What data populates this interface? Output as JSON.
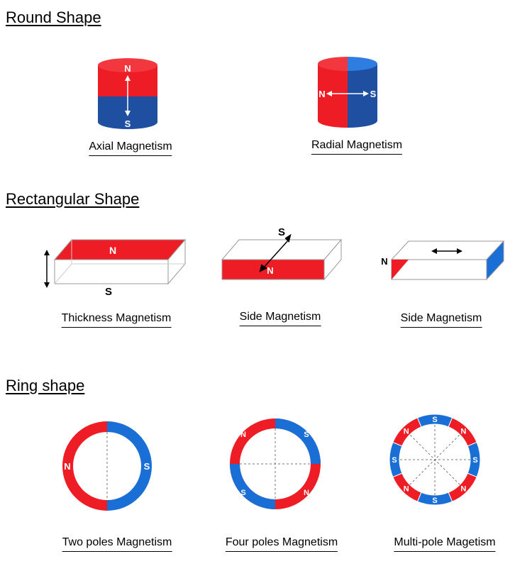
{
  "sections": {
    "round": {
      "title": "Round Shape",
      "items": [
        {
          "caption": "Axial Magnetism",
          "north": "N",
          "south": "S"
        },
        {
          "caption": "Radial Magnetism",
          "north": "N",
          "south": "S"
        }
      ]
    },
    "rectangular": {
      "title": "Rectangular Shape",
      "items": [
        {
          "caption": "Thickness Magnetism",
          "north": "N",
          "south": "S"
        },
        {
          "caption": "Side Magnetism",
          "north": "N",
          "south": "S"
        },
        {
          "caption": "Side Magnetism",
          "north": "N"
        }
      ]
    },
    "ring": {
      "title": "Ring shape",
      "items": [
        {
          "caption": "Two poles Magnetism",
          "north": "N",
          "south": "S"
        },
        {
          "caption": "Four poles Magnetism",
          "north": "N",
          "south": "S"
        },
        {
          "caption": "Multi-pole Magetism",
          "north": "N",
          "south": "S"
        }
      ]
    }
  },
  "colors": {
    "north": "#ee1c24",
    "south": "#1a6fd6",
    "south_dark": "#1f4fa0"
  }
}
